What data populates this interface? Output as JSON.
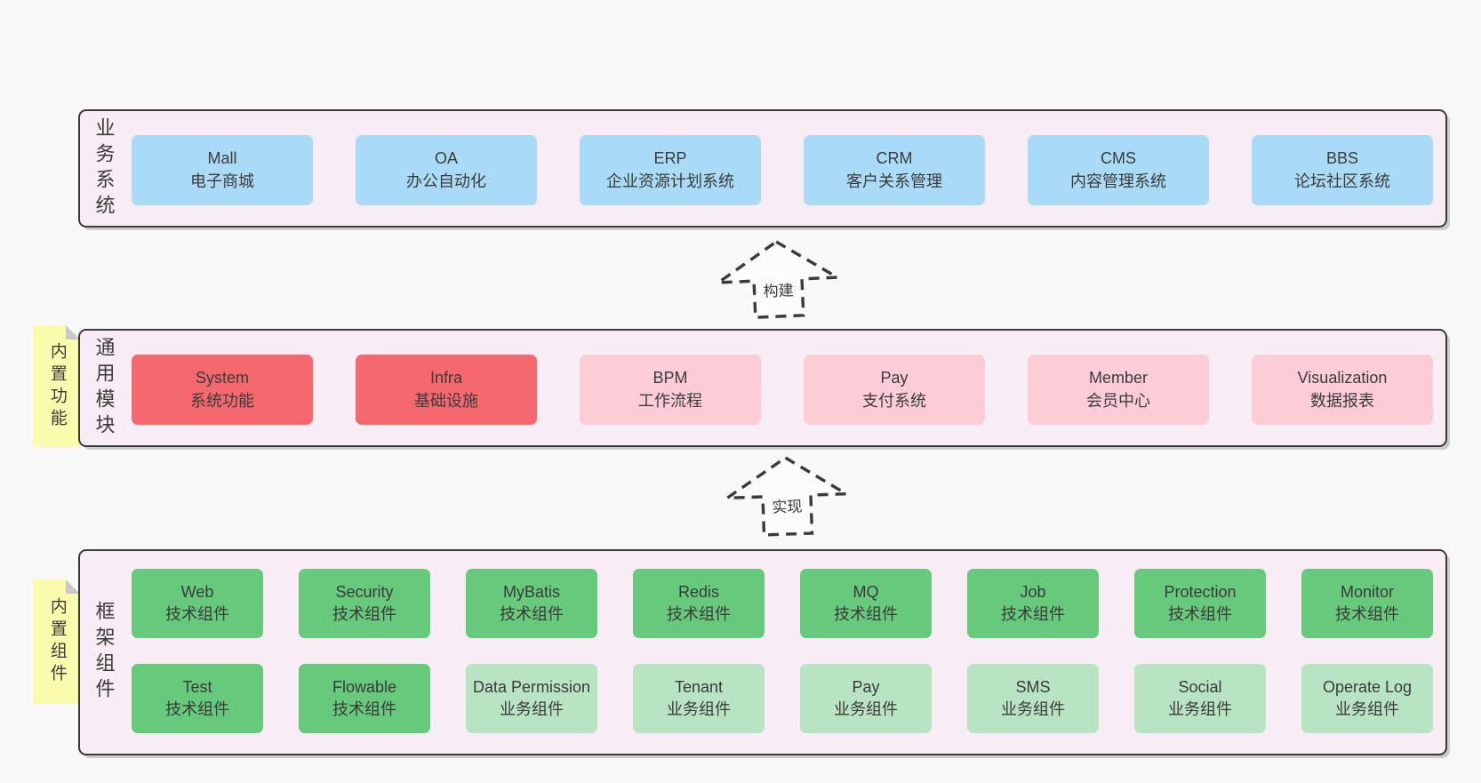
{
  "arrows": {
    "build": "构建",
    "implement": "实现"
  },
  "colors": {
    "page_background": "#f8f8f8",
    "panel_background": "#f8ecf5",
    "panel_border": "#3a3a3a",
    "business_box_blue": "#a9dbf7",
    "core_module_red": "#f5696e",
    "module_pink": "#fccdd6",
    "tech_component_green": "#66c97c",
    "biz_component_light_green": "#b9e4c3",
    "sticky_note_yellow": "#fbfbad",
    "note_fold_gray": "#c8c8c8",
    "text": "#3b3b3b"
  },
  "sections": {
    "business": {
      "side_label": "业务系统",
      "boxes": [
        {
          "name": "Mall",
          "subtitle": "电子商城"
        },
        {
          "name": "OA",
          "subtitle": "办公自动化"
        },
        {
          "name": "ERP",
          "subtitle": "企业资源计划系统"
        },
        {
          "name": "CRM",
          "subtitle": "客户关系管理"
        },
        {
          "name": "CMS",
          "subtitle": "内容管理系统"
        },
        {
          "name": "BBS",
          "subtitle": "论坛社区系统"
        }
      ]
    },
    "modules": {
      "note": "内置功能",
      "side_label": "通用模块",
      "boxes": [
        {
          "name": "System",
          "subtitle": "系统功能",
          "variant": "red"
        },
        {
          "name": "Infra",
          "subtitle": "基础设施",
          "variant": "red"
        },
        {
          "name": "BPM",
          "subtitle": "工作流程",
          "variant": "pink"
        },
        {
          "name": "Pay",
          "subtitle": "支付系统",
          "variant": "pink"
        },
        {
          "name": "Member",
          "subtitle": "会员中心",
          "variant": "pink"
        },
        {
          "name": "Visualization",
          "subtitle": "数据报表",
          "variant": "pink"
        }
      ]
    },
    "components": {
      "note": "内置组件",
      "side_label": "框架组件",
      "row1": [
        {
          "name": "Web",
          "subtitle": "技术组件",
          "variant": "green"
        },
        {
          "name": "Security",
          "subtitle": "技术组件",
          "variant": "green"
        },
        {
          "name": "MyBatis",
          "subtitle": "技术组件",
          "variant": "green"
        },
        {
          "name": "Redis",
          "subtitle": "技术组件",
          "variant": "green"
        },
        {
          "name": "MQ",
          "subtitle": "技术组件",
          "variant": "green"
        },
        {
          "name": "Job",
          "subtitle": "技术组件",
          "variant": "green"
        },
        {
          "name": "Protection",
          "subtitle": "技术组件",
          "variant": "green"
        },
        {
          "name": "Monitor",
          "subtitle": "技术组件",
          "variant": "green"
        }
      ],
      "row2": [
        {
          "name": "Test",
          "subtitle": "技术组件",
          "variant": "green"
        },
        {
          "name": "Flowable",
          "subtitle": "技术组件",
          "variant": "green"
        },
        {
          "name": "Data Permission",
          "subtitle": "业务组件",
          "variant": "light-green"
        },
        {
          "name": "Tenant",
          "subtitle": "业务组件",
          "variant": "light-green"
        },
        {
          "name": "Pay",
          "subtitle": "业务组件",
          "variant": "light-green"
        },
        {
          "name": "SMS",
          "subtitle": "业务组件",
          "variant": "light-green"
        },
        {
          "name": "Social",
          "subtitle": "业务组件",
          "variant": "light-green"
        },
        {
          "name": "Operate Log",
          "subtitle": "业务组件",
          "variant": "light-green"
        }
      ]
    }
  }
}
